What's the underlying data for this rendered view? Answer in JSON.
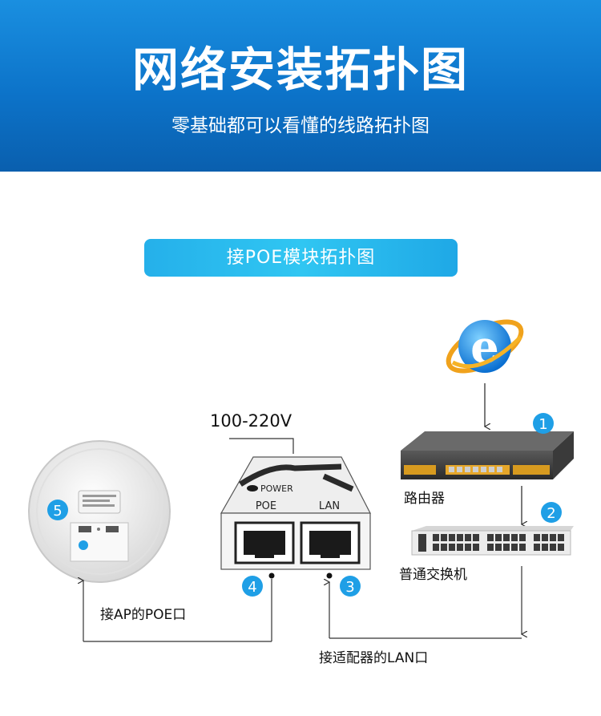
{
  "header": {
    "title": "网络安装拓扑图",
    "subtitle": "零基础都可以看懂的线路拓扑图"
  },
  "section": {
    "title": "接POE模块拓扑图"
  },
  "diagram": {
    "voltage": "100-220V",
    "poe_adapter": {
      "power_label": "POWER",
      "port_poe": "POE",
      "port_lan": "LAN"
    },
    "markers": [
      "1",
      "2",
      "3",
      "4",
      "5"
    ],
    "labels": {
      "router": "路由器",
      "switch": "普通交换机",
      "ap_poe_port": "接AP的POE口",
      "adapter_lan_port": "接适配器的LAN口"
    },
    "icons": [
      "internet-explorer-icon",
      "router-device",
      "switch-device",
      "poe-adapter-device",
      "ceiling-ap-device"
    ],
    "colors": {
      "header": "#0c73c9",
      "banner": "#29b8ee",
      "marker": "#1f9fe6"
    }
  }
}
